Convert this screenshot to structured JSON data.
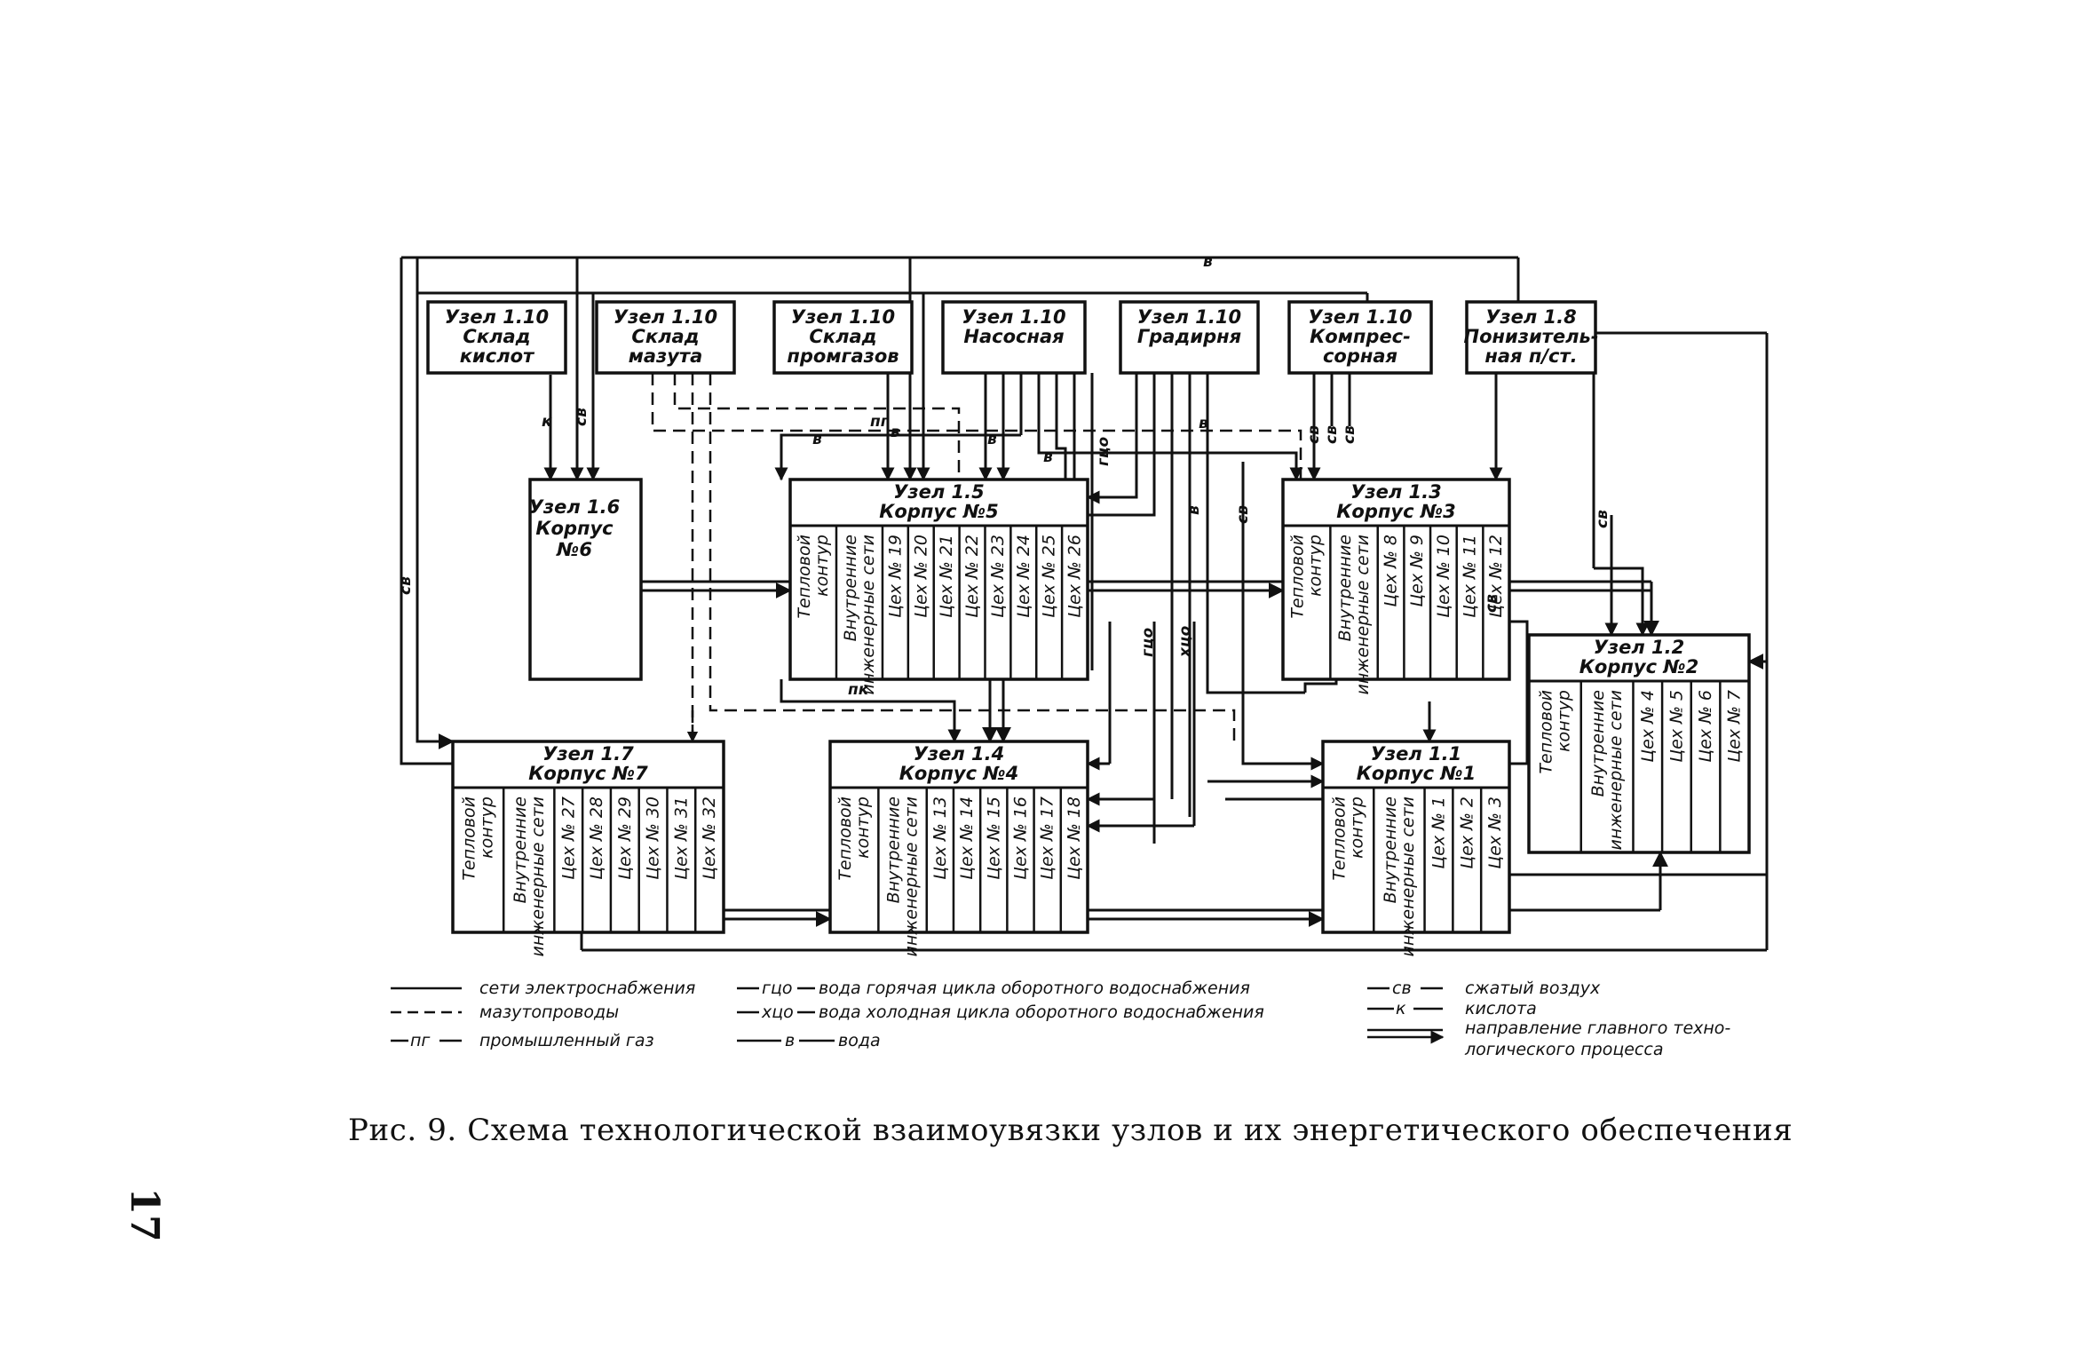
{
  "top_nodes": [
    {
      "id": "sklad_kislot",
      "lines": [
        "Узел 1.10",
        "Склад",
        "кислот"
      ]
    },
    {
      "id": "sklad_mazuta",
      "lines": [
        "Узел 1.10",
        "Склад",
        "мазута"
      ]
    },
    {
      "id": "sklad_promgazov",
      "lines": [
        "Узел 1.10",
        "Склад",
        "промгазов"
      ]
    },
    {
      "id": "nasosnaya",
      "lines": [
        "Узел 1.10",
        "Насосная"
      ]
    },
    {
      "id": "gradirnya",
      "lines": [
        "Узел 1.10",
        "Градирня"
      ]
    },
    {
      "id": "kompressornaya",
      "lines": [
        "Узел 1.10",
        "Компрес-",
        "сорная"
      ]
    },
    {
      "id": "ponizitelnaya",
      "lines": [
        "Узел 1.8",
        "Понизитель-",
        "ная п/ст."
      ]
    }
  ],
  "corpus_nodes": [
    {
      "id": "n16",
      "lines": [
        "Узел 1.6",
        "Корпус",
        "№6"
      ],
      "workshops": []
    },
    {
      "id": "n15",
      "lines": [
        "Узел 1.5",
        "Корпус №5"
      ],
      "workshops": [
        "Тепловой контур",
        "Внутренние инженерные сети",
        "Цех № 19",
        "Цех № 20",
        "Цех № 21",
        "Цех № 22",
        "Цех № 23",
        "Цех № 24",
        "Цех № 25",
        "Цех № 26"
      ]
    },
    {
      "id": "n13",
      "lines": [
        "Узел 1.3",
        "Корпус №3"
      ],
      "workshops": [
        "Тепловой контур",
        "Внутренние инженерные сети",
        "Цех № 8",
        "Цех № 9",
        "Цех № 10",
        "Цех № 11",
        "Цех № 12"
      ]
    },
    {
      "id": "n12",
      "lines": [
        "Узел 1.2",
        "Корпус №2"
      ],
      "workshops": [
        "Тепловой контур",
        "Внутренние инженерные сети",
        "Цех № 4",
        "Цех № 5",
        "Цех № 6",
        "Цех № 7"
      ]
    },
    {
      "id": "n17",
      "lines": [
        "Узел 1.7",
        "Корпус №7"
      ],
      "workshops": [
        "Тепловой контур",
        "Внутренние инженерные сети",
        "Цех № 27",
        "Цех № 28",
        "Цех № 29",
        "Цех № 30",
        "Цех № 31",
        "Цех № 32"
      ]
    },
    {
      "id": "n14",
      "lines": [
        "Узел 1.4",
        "Корпус №4"
      ],
      "workshops": [
        "Тепловой контур",
        "Внутренние инженерные сети",
        "Цех № 13",
        "Цех № 14",
        "Цех № 15",
        "Цех № 16",
        "Цех № 17",
        "Цех № 18"
      ]
    },
    {
      "id": "n11",
      "lines": [
        "Узел 1.1",
        "Корпус №1"
      ],
      "workshops": [
        "Тепловой контур",
        "Внутренние инженерные сети",
        "Цех № 1",
        "Цех № 2",
        "Цех № 3"
      ]
    }
  ],
  "line_labels": [
    "св",
    "к",
    "св",
    "пг",
    "в",
    "в",
    "в",
    "в",
    "в",
    "гцо",
    "св",
    "св",
    "св",
    "св",
    "в",
    "св",
    "св",
    "гцо",
    "хцо",
    "в",
    "пк"
  ],
  "legend": [
    {
      "code": "",
      "text": "сети электроснабжения"
    },
    {
      "code": "",
      "text": "мазутопроводы"
    },
    {
      "code": "пг",
      "text": "промышленный газ"
    },
    {
      "code": "гцо",
      "text": "вода горячая цикла оборотного водоснабжения"
    },
    {
      "code": "хцо",
      "text": "вода холодная цикла оборотного водоснабжения"
    },
    {
      "code": "в",
      "text": "вода"
    },
    {
      "code": "св",
      "text": "сжатый воздух"
    },
    {
      "code": "к",
      "text": "кислота"
    },
    {
      "code": "",
      "text": "направление главного техно-"
    },
    {
      "code": "",
      "text": "логического процесса"
    }
  ],
  "caption": "Рис. 9. Схема технологической взаимоувязки узлов и их энергетического обеспечения",
  "page_number": "17"
}
